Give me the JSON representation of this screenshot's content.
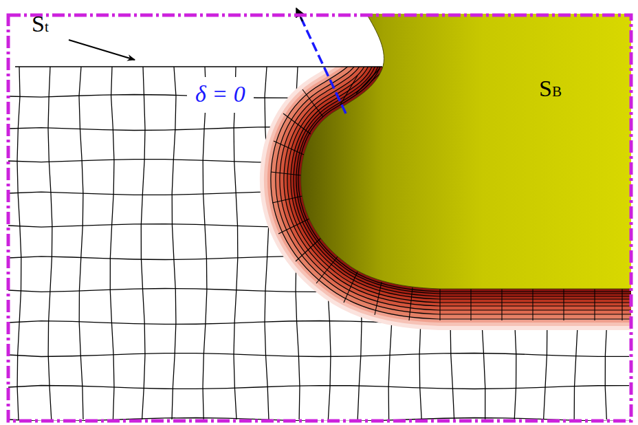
{
  "diagram": {
    "labels": [
      "St",
      "δ = 0",
      "SB"
    ]
  }
}
